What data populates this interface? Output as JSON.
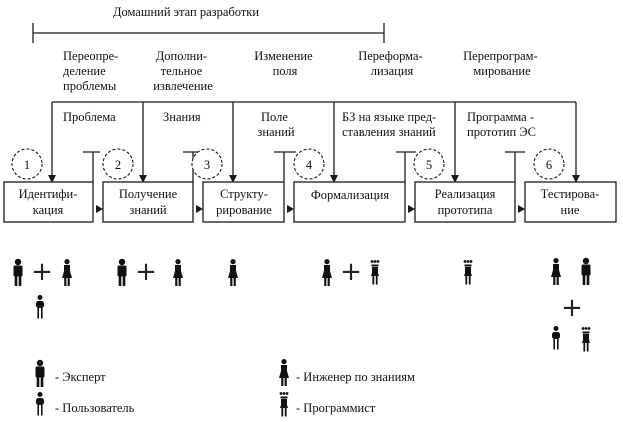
{
  "title": "Домашний этап разработки",
  "feedback_labels": [
    [
      "Переопре-",
      "деление",
      "проблемы"
    ],
    [
      "Дополни-",
      "тельное",
      "извлечение"
    ],
    [
      "Изменение",
      "поля"
    ],
    [
      "Переформа-",
      "лизация"
    ],
    [
      "Перепрограм-",
      "мирование"
    ]
  ],
  "output_labels": [
    [
      "Проблема"
    ],
    [
      "Знания"
    ],
    [
      "Поле",
      "знаний"
    ],
    [
      "БЗ на языке пред-",
      "ставления знаний"
    ],
    [
      "Программа -",
      "прототип ЭС"
    ]
  ],
  "stages": [
    {
      "number": "1",
      "lines": [
        "Идентифи-",
        "кация"
      ]
    },
    {
      "number": "2",
      "lines": [
        "Получение",
        "знаний"
      ]
    },
    {
      "number": "3",
      "lines": [
        "Структу-",
        "рирование"
      ]
    },
    {
      "number": "4",
      "lines": [
        "Формализация"
      ]
    },
    {
      "number": "5",
      "lines": [
        "Реализация",
        "прототипа"
      ]
    },
    {
      "number": "6",
      "lines": [
        "Тестирова-",
        "ние"
      ]
    }
  ],
  "participants": {
    "stage1": [
      "expert",
      "engineer",
      "user"
    ],
    "stage2": [
      "expert",
      "engineer"
    ],
    "stage3": [
      "engineer"
    ],
    "stage4": [
      "engineer",
      "programmer"
    ],
    "stage5": [
      "programmer"
    ],
    "stage6": [
      "engineer",
      "expert",
      "user",
      "programmer"
    ]
  },
  "plus_sign": "+",
  "legend": [
    {
      "role": "expert",
      "label": "- Эксперт"
    },
    {
      "role": "engineer",
      "label": "- Инженер по знаниям"
    },
    {
      "role": "user",
      "label": "- Пользователь"
    },
    {
      "role": "programmer",
      "label": "- Программист"
    }
  ]
}
